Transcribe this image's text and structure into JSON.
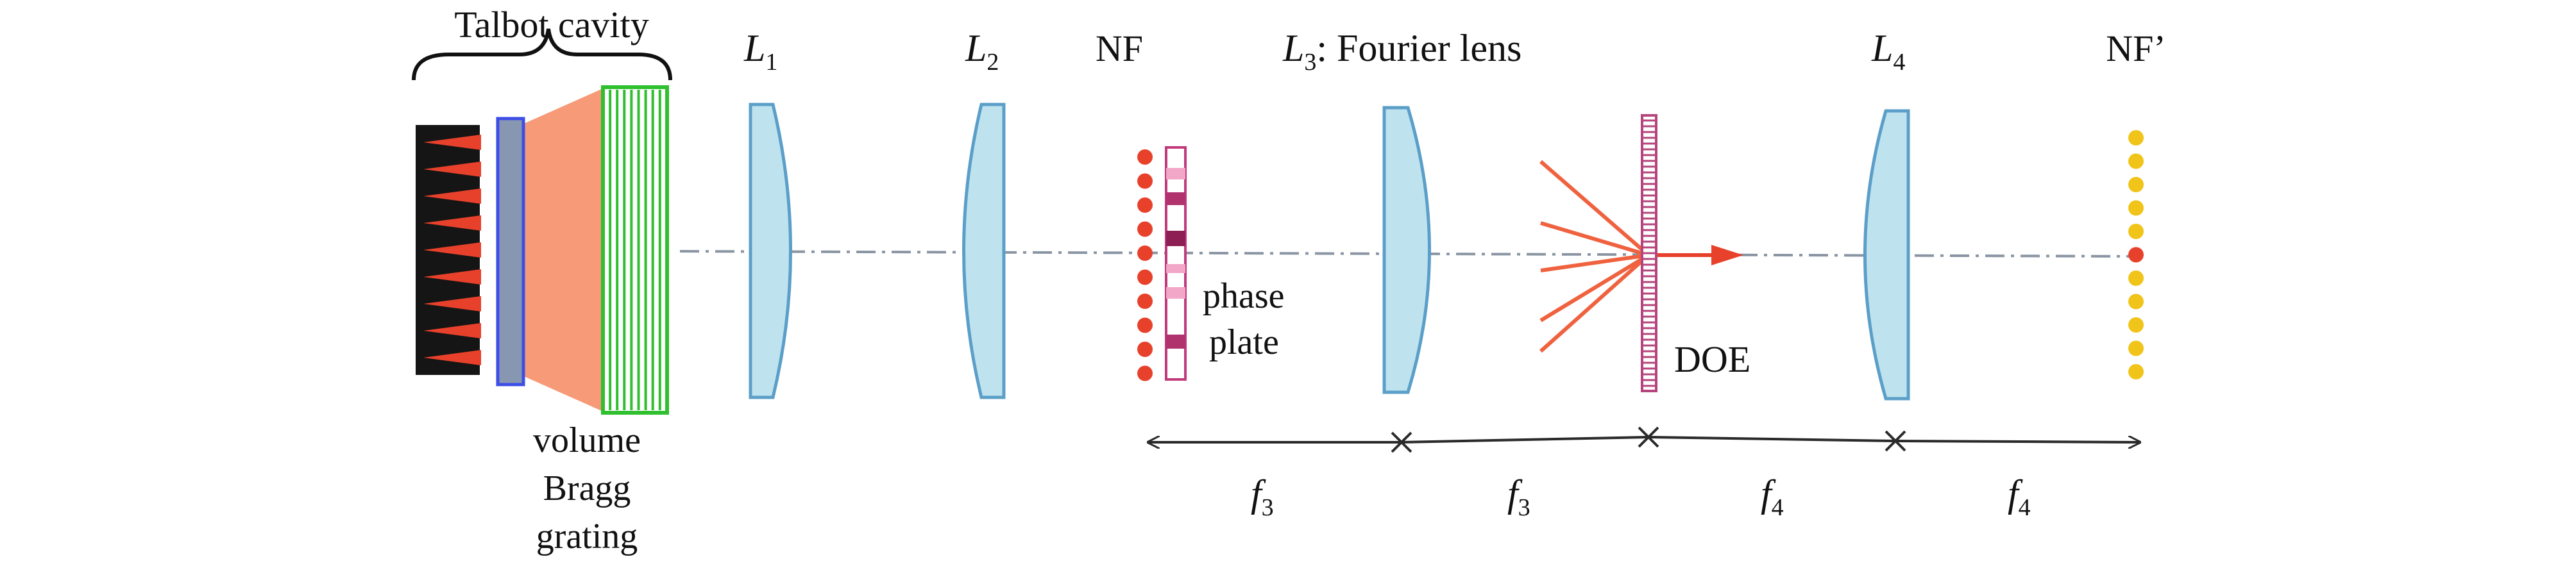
{
  "labels": {
    "talbot_cavity": "Talbot cavity",
    "l1": "L",
    "l1_sub": "1",
    "l2": "L",
    "l2_sub": "2",
    "l3": "L",
    "l3_sub": "3",
    "l3_desc": ": Fourier lens",
    "l4": "L",
    "l4_sub": "4",
    "nf": "NF",
    "nf_prime": "NF’",
    "phase_plate_line1": "phase",
    "phase_plate_line2": "plate",
    "doe": "DOE",
    "vbg_line1": "volume",
    "vbg_line2": "Bragg",
    "vbg_line3": "grating"
  },
  "distances": [
    {
      "symbol": "f",
      "sub": "3"
    },
    {
      "symbol": "f",
      "sub": "3"
    },
    {
      "symbol": "f",
      "sub": "4"
    },
    {
      "symbol": "f",
      "sub": "4"
    }
  ],
  "nf_dots": [
    "#e8412b",
    "#e8412b",
    "#e8412b",
    "#e8412b",
    "#e8412b",
    "#e8412b",
    "#e8412b",
    "#e8412b",
    "#e8412b",
    "#e8412b"
  ],
  "nf_prime_dots": [
    "#f0c419",
    "#f0c419",
    "#f0c419",
    "#f0c419",
    "#f0c419",
    "#e8412b",
    "#f0c419",
    "#f0c419",
    "#f0c419",
    "#f0c419",
    "#f0c419"
  ],
  "colors": {
    "lens_fill": "#bfe3ee",
    "lens_stroke": "#5b9fc9",
    "laser_red": "#e8412b",
    "beam_fan": "#f79a78",
    "grating_green": "#2fbf2f",
    "phase_plate_pink": "#c13a7c",
    "doe_pink": "#b5457c",
    "diode_black": "#151515",
    "axis_gray": "#8a95a3"
  }
}
